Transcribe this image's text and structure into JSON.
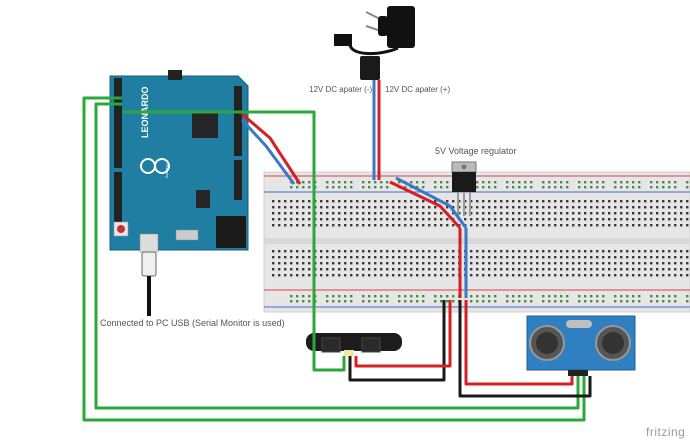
{
  "labels": {
    "adapter_negative": "12V DC apater (-)",
    "adapter_positive": "12V DC apater (+)",
    "regulator": "5V Voltage regulator",
    "usb_note": "Connected to PC USB (Serial Monitor is used)",
    "watermark": "fritzing"
  },
  "board": {
    "name": "LEONARDO",
    "brand": "Arduino"
  },
  "colors": {
    "board": "#1f7ea1",
    "breadboard": "#e4e4e4",
    "wire_green": "#2aa839",
    "wire_red": "#d42020",
    "wire_blue": "#3a78c8",
    "wire_black": "#1a1a1a",
    "sensor_board": "#2f7fc1",
    "rail_red": "#e04040",
    "rail_blue": "#4070d0"
  },
  "icons": [
    "power-adapter-icon",
    "arduino-leonardo-icon",
    "breadboard-icon",
    "voltage-regulator-icon",
    "ir-distance-sensor-icon",
    "ultrasonic-sensor-icon",
    "usb-cable-icon"
  ]
}
